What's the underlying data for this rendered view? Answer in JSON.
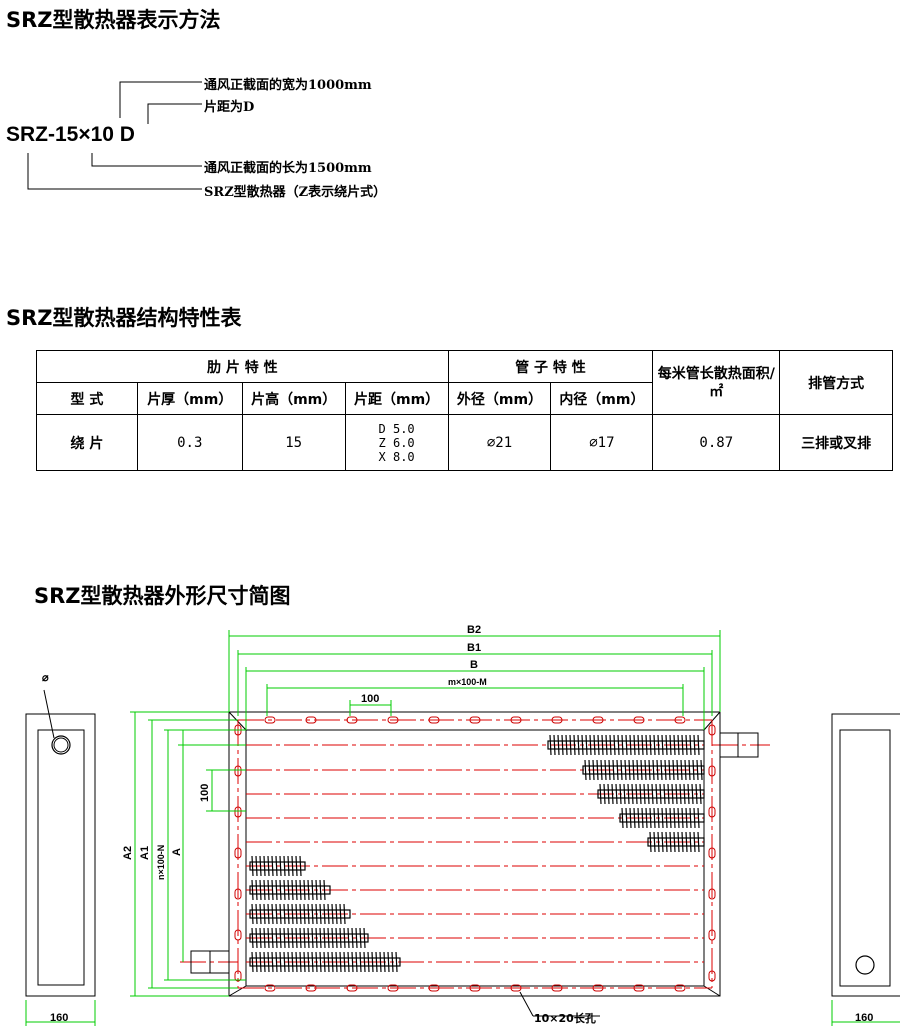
{
  "section1": {
    "title": "SRZ型散热器表示方法",
    "code": "SRZ-15×10 D",
    "notes": {
      "width": "通风正截面的宽为1000mm",
      "spacing": "片距为D",
      "length": "通风正截面的长为1500mm",
      "type": "SRZ型散热器（Z表示绕片式）"
    }
  },
  "section2": {
    "title": "SRZ型散热器结构特性表",
    "header": {
      "fin": "肋 片 特 性",
      "tube": "管 子 特 性",
      "area": "每米管长散热面积/㎡",
      "arrangement": "排管方式"
    },
    "subheader": [
      "型 式",
      "片厚（mm）",
      "片高（mm）",
      "片距（mm）",
      "外径（mm）",
      "内径（mm）"
    ],
    "row": {
      "type": "绕 片",
      "thickness": "0.3",
      "height": "15",
      "spacing": [
        "D 5.0",
        "Z 6.0",
        "X 8.0"
      ],
      "outer": "⌀21",
      "inner": "⌀17",
      "area": "0.87",
      "arrangement": "三排或叉排"
    }
  },
  "section3": {
    "title": "SRZ型散热器外形尺寸简图",
    "dims": {
      "b2": "B2",
      "b1": "B1",
      "b": "B",
      "m": "m×100-M",
      "pitch_h": "100",
      "a2": "A2",
      "a1": "A1",
      "n": "n×100-N",
      "a": "A",
      "pitch_v": "100",
      "dia": "⌀",
      "side_left": "160",
      "side_right": "160",
      "slot": "10×20长孔"
    }
  }
}
